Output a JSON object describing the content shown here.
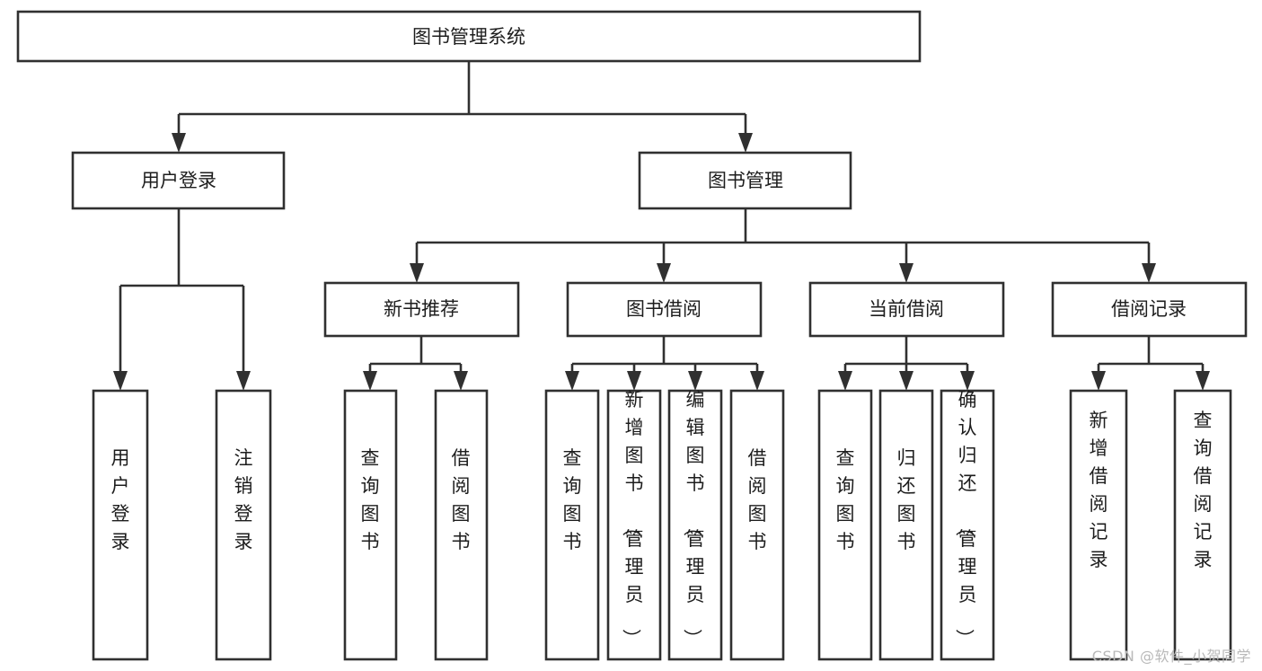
{
  "diagram": {
    "type": "tree-hierarchy",
    "title": "图书管理系统",
    "orientation": "top-down",
    "colors": {
      "box_fill": "#ffffff",
      "box_stroke": "#303030",
      "text": "#1d1d1d",
      "watermark": "#b9b9b9",
      "background": "#ffffff"
    },
    "root": {
      "id": "root",
      "label": "图书管理系统",
      "orientation": "horizontal"
    },
    "level2": [
      {
        "id": "user-login",
        "label": "用户登录",
        "orientation": "horizontal"
      },
      {
        "id": "book-manage",
        "label": "图书管理",
        "orientation": "horizontal"
      }
    ],
    "level3": [
      {
        "id": "new-book-rec",
        "label": "新书推荐",
        "orientation": "horizontal",
        "parent": "book-manage"
      },
      {
        "id": "book-borrow",
        "label": "图书借阅",
        "orientation": "horizontal",
        "parent": "book-manage"
      },
      {
        "id": "current-borrow",
        "label": "当前借阅",
        "orientation": "horizontal",
        "parent": "book-manage"
      },
      {
        "id": "borrow-record",
        "label": "借阅记录",
        "orientation": "horizontal",
        "parent": "book-manage"
      }
    ],
    "leaves": {
      "user-login": [
        {
          "id": "leaf-user-login",
          "label": "用户登录",
          "orientation": "vertical"
        },
        {
          "id": "leaf-user-logout",
          "label": "注销登录",
          "orientation": "vertical"
        }
      ],
      "new-book-rec": [
        {
          "id": "leaf-query-book-1",
          "label": "查询图书",
          "orientation": "vertical"
        },
        {
          "id": "leaf-borrow-book-1",
          "label": "借阅图书",
          "orientation": "vertical"
        }
      ],
      "book-borrow": [
        {
          "id": "leaf-query-book-2",
          "label": "查询图书",
          "orientation": "vertical"
        },
        {
          "id": "leaf-add-book",
          "label": "新增图书（管理员）",
          "orientation": "vertical"
        },
        {
          "id": "leaf-edit-book",
          "label": "编辑图书（管理员）",
          "orientation": "vertical"
        },
        {
          "id": "leaf-borrow-book-2",
          "label": "借阅图书",
          "orientation": "vertical"
        }
      ],
      "current-borrow": [
        {
          "id": "leaf-query-book-3",
          "label": "查询图书",
          "orientation": "vertical"
        },
        {
          "id": "leaf-return-book",
          "label": "归还图书",
          "orientation": "vertical"
        },
        {
          "id": "leaf-confirm-return",
          "label": "确认归还（管理员）",
          "orientation": "vertical"
        }
      ],
      "borrow-record": [
        {
          "id": "leaf-add-record",
          "label": "新增借阅记录",
          "orientation": "vertical"
        },
        {
          "id": "leaf-query-record",
          "label": "查询借阅记录",
          "orientation": "vertical"
        }
      ]
    }
  },
  "watermark": {
    "text": "CSDN @软件_小贺同学"
  }
}
